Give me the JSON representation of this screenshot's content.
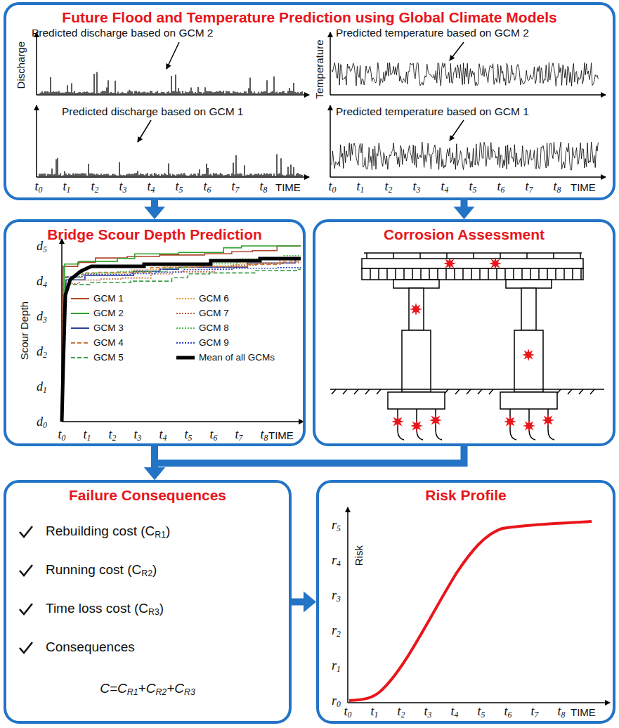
{
  "diagram": {
    "nodes": [
      {
        "text": [
          "Future Flood and Temperature Prediction using Global Climate Models"
        ]
      },
      {
        "text": [
          "Bridge Scour Depth Prediction"
        ]
      },
      {
        "text": [
          "Corrosion Assessment"
        ]
      },
      {
        "text": [
          "Failure Consequences",
          "Rebuilding cost (CR1)",
          "Running cost (CR2)",
          "Time loss cost (CR3)",
          "Consequences",
          "C=CR1+CR2+CR3"
        ]
      },
      {
        "text": [
          "Risk Profile"
        ]
      }
    ],
    "edges": [
      {
        "from": 0,
        "to": 1,
        "arrow": "to"
      },
      {
        "from": 0,
        "to": 2,
        "arrow": "to"
      },
      {
        "from": 1,
        "to": 3,
        "arrow": "to"
      },
      {
        "from": 2,
        "to": 3,
        "arrow": "to"
      },
      {
        "from": 3,
        "to": 4,
        "arrow": "to"
      }
    ],
    "labels": [
      "Discharge",
      "Predicted discharge based on GCM 2",
      "Predicted discharge based on GCM 1",
      "t0",
      "t1",
      "t2",
      "t3",
      "t4",
      "t5",
      "t6",
      "t7",
      "t8",
      "TIME",
      "Temperature",
      "Predicted temperature based on GCM 2",
      "Predicted temperature based on GCM 1",
      "t0",
      "t1",
      "t2",
      "t3",
      "t4",
      "t5",
      "t6",
      "t7",
      "t8",
      "TIME",
      "Scour Depth",
      "d0",
      "d1",
      "d2",
      "d3",
      "d4",
      "d5",
      "t0",
      "t1",
      "t2",
      "t3",
      "t4",
      "t5",
      "t6",
      "t7",
      "t8",
      "TIME",
      "Risk",
      "r0",
      "r1",
      "r2",
      "r3",
      "r4",
      "r5",
      "t0",
      "t1",
      "t2",
      "t3",
      "t4",
      "t5",
      "t6",
      "t7",
      "t8",
      "TIME"
    ],
    "legend": [
      {
        "text": "GCM 1"
      },
      {
        "text": "GCM 2"
      },
      {
        "text": "GCM 3"
      },
      {
        "text": "GCM 4"
      },
      {
        "text": "GCM 5"
      },
      {
        "text": "GCM 6"
      },
      {
        "text": "GCM 7"
      },
      {
        "text": "GCM 8"
      },
      {
        "text": "GCM 9"
      },
      {
        "text": "Mean of all GCMs"
      }
    ]
  }
}
